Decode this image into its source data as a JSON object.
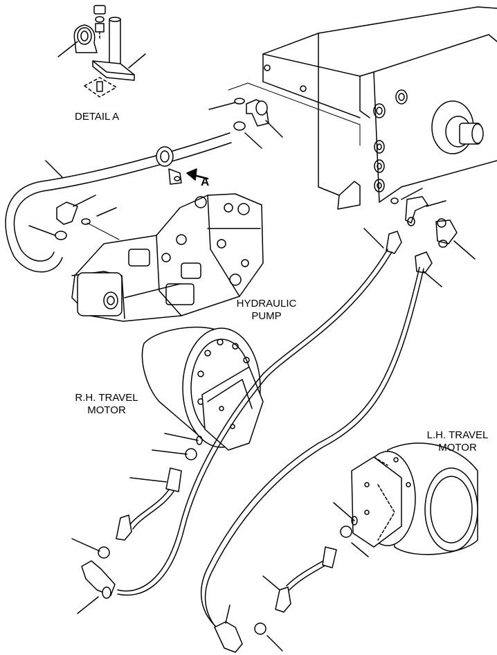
{
  "labels": {
    "detail_a": "DETAIL A",
    "arrow_a": "A",
    "hydraulic_pump_line1": "HYDRAULIC",
    "hydraulic_pump_line2": "PUMP",
    "rh_motor_line1": "R.H. TRAVEL",
    "rh_motor_line2": "MOTOR",
    "lh_motor_line1": "L.H. TRAVEL",
    "lh_motor_line2": "MOTOR"
  }
}
